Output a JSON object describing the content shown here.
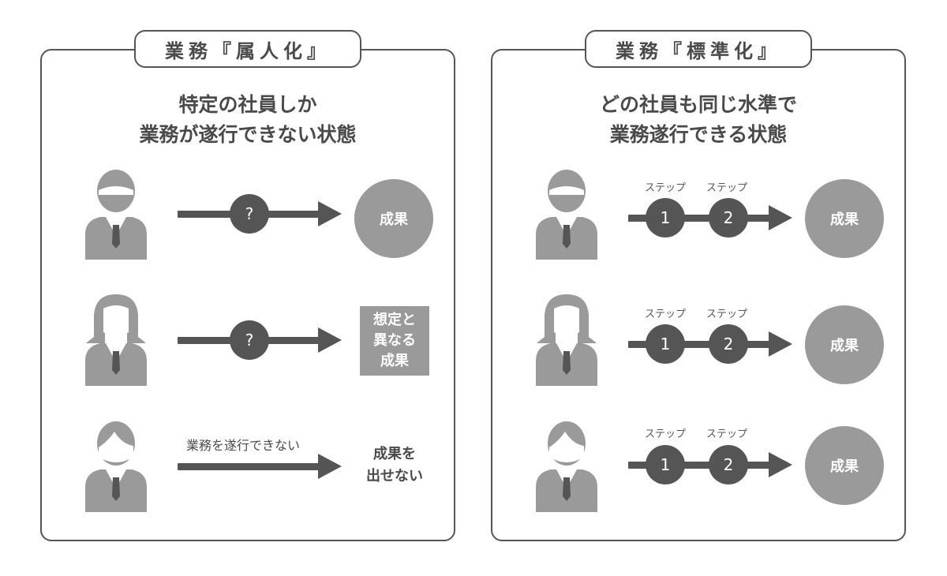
{
  "colors": {
    "border": "#555555",
    "figure": "#9a9a9a",
    "dark": "#555555",
    "text": "#4a4a4a"
  },
  "left_panel": {
    "title": "業務『属人化』",
    "subtitle_line1": "特定の社員しか",
    "subtitle_line2": "業務が遂行できない状態",
    "rows": [
      {
        "person": "man-mustache-icon",
        "marker": "?",
        "result": "成果"
      },
      {
        "person": "woman-long-hair-icon",
        "marker": "?",
        "result_lines": [
          "想定と",
          "異なる",
          "成果"
        ]
      },
      {
        "person": "man-side-hair-icon",
        "caption": "業務を遂行できない",
        "result_lines": [
          "成果を",
          "出せない"
        ]
      }
    ]
  },
  "right_panel": {
    "title": "業務『標準化』",
    "subtitle_line1": "どの社員も同じ水準で",
    "subtitle_line2": "業務遂行できる状態",
    "step_label": "ステップ",
    "step1": "1",
    "step2": "2",
    "result": "成果",
    "rows": [
      {
        "person": "man-mustache-icon"
      },
      {
        "person": "woman-long-hair-icon"
      },
      {
        "person": "man-side-hair-icon"
      }
    ]
  }
}
